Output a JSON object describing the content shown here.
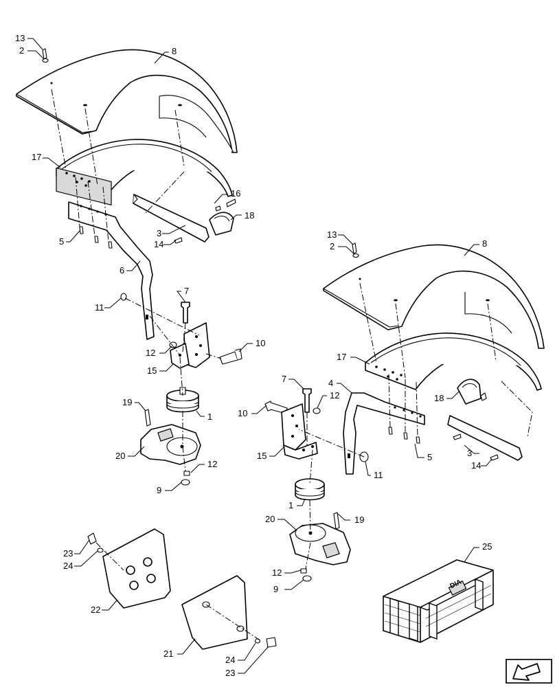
{
  "callouts": [
    {
      "n": "13"
    },
    {
      "n": "2"
    },
    {
      "n": "8"
    },
    {
      "n": "17"
    },
    {
      "n": "16"
    },
    {
      "n": "18"
    },
    {
      "n": "3"
    },
    {
      "n": "14"
    },
    {
      "n": "5"
    },
    {
      "n": "6"
    },
    {
      "n": "11"
    },
    {
      "n": "7"
    },
    {
      "n": "10"
    },
    {
      "n": "12"
    },
    {
      "n": "15"
    },
    {
      "n": "19"
    },
    {
      "n": "1"
    },
    {
      "n": "20"
    },
    {
      "n": "12"
    },
    {
      "n": "9"
    },
    {
      "n": "23"
    },
    {
      "n": "24"
    },
    {
      "n": "22"
    },
    {
      "n": "21"
    },
    {
      "n": "24"
    },
    {
      "n": "23"
    },
    {
      "n": "13"
    },
    {
      "n": "2"
    },
    {
      "n": "8"
    },
    {
      "n": "17"
    },
    {
      "n": "7"
    },
    {
      "n": "12"
    },
    {
      "n": "4"
    },
    {
      "n": "10"
    },
    {
      "n": "18"
    },
    {
      "n": "15"
    },
    {
      "n": "5"
    },
    {
      "n": "3"
    },
    {
      "n": "11"
    },
    {
      "n": "14"
    },
    {
      "n": "1"
    },
    {
      "n": "20"
    },
    {
      "n": "19"
    },
    {
      "n": "12"
    },
    {
      "n": "9"
    },
    {
      "n": "25"
    }
  ],
  "crate_label": "DIA",
  "icons": {
    "nav": "page-navigation-arrow-icon"
  },
  "colors": {
    "line": "#000000",
    "background": "#ffffff",
    "shade": "#d9d9d9"
  }
}
